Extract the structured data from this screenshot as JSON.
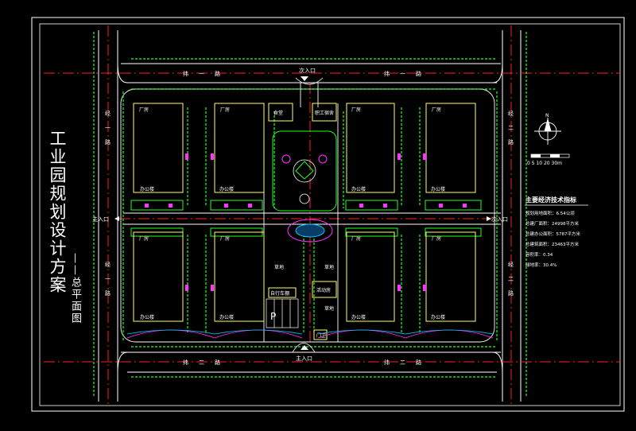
{
  "title_block": {
    "main_title": "工业园规划设计方案",
    "subtitle": "——总平面图"
  },
  "roads": {
    "weft_one": [
      "纬",
      "一",
      "路"
    ],
    "weft_two": [
      "纬",
      "二",
      "路"
    ],
    "warp_one": [
      "经",
      "一",
      "路"
    ],
    "warp_two": [
      "经",
      "二",
      "路"
    ]
  },
  "entrances": {
    "north_secondary": "次入口",
    "west_main": "主入口",
    "east_secondary": "次入口",
    "south_main": "主入口"
  },
  "buildings": {
    "factory": "厂房",
    "office": "办公楼",
    "canteen": "食堂",
    "dorm": "职工宿舍",
    "bike_shed": "自行车棚",
    "guard": "门卫",
    "parking": "P",
    "lawn": "草地",
    "health": "活动房"
  },
  "scale": {
    "label": "0 5 10 20 30m",
    "north_label": "N"
  },
  "indicators": {
    "heading": "主要经济技术指标",
    "lines": [
      "规划用地面积：6.54公顷",
      "总建厂面积：24998平方米",
      "总建办公面积：5787平方米",
      "总建筑面积：23463平方米",
      "容积率：0.34",
      "绿地率：30.4%"
    ]
  },
  "colors": {
    "background": "#000000",
    "road_edge": "#ffffff",
    "road_center": "#ff2020",
    "building": "#ffff66",
    "tree": "#22ff22",
    "accent": "#ff33ff",
    "water": "#00ccff"
  }
}
